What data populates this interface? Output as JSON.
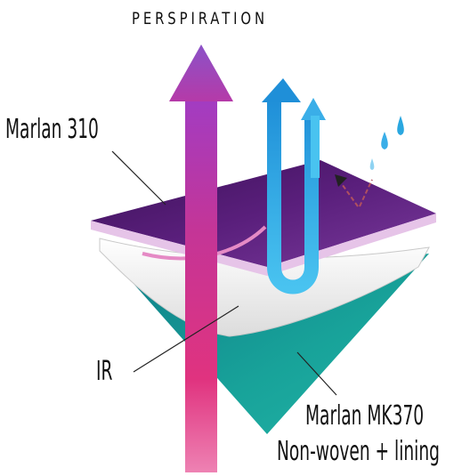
{
  "diagram": {
    "title": "PERSPIRATION",
    "labels": {
      "top_layer": "Marlan 310",
      "middle_layer": "IR",
      "bottom_layer": "Marlan MK370",
      "bottom_layer_detail": "Non-woven + lining"
    },
    "colors": {
      "top_layer": "#4b1a6b",
      "membrane": "#f2f2f2",
      "bottom_layer": "#15958e",
      "heat_arrow": "#d42f86",
      "moisture_arrow": "#2aa7e0"
    }
  }
}
